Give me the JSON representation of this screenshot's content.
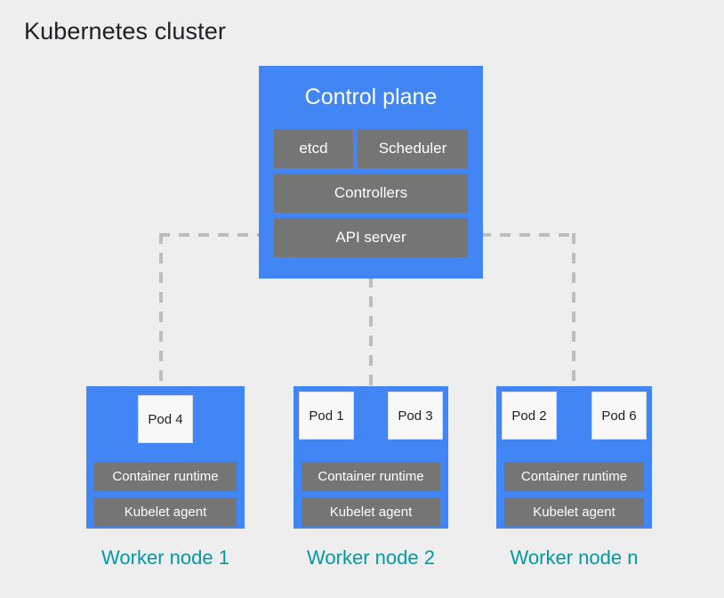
{
  "title": "Kubernetes cluster",
  "theme": {
    "background": "#eeeeee",
    "node_blue": "#4285f4",
    "component_gray": "#757575",
    "pod_white": "#f8f8f8",
    "caption_teal": "#009aa6",
    "connector_gray": "#bdbdbd",
    "title_text": "#202124"
  },
  "control_plane": {
    "title": "Control plane",
    "components": [
      {
        "id": "etcd",
        "label": "etcd"
      },
      {
        "id": "scheduler",
        "label": "Scheduler"
      },
      {
        "id": "controllers",
        "label": "Controllers"
      },
      {
        "id": "api_server",
        "label": "API server"
      }
    ]
  },
  "worker_nodes": [
    {
      "caption": "Worker node 1",
      "pods": [
        {
          "label": "Pod 4"
        }
      ],
      "runtime": "Container runtime",
      "kubelet": "Kubelet agent"
    },
    {
      "caption": "Worker node 2",
      "pods": [
        {
          "label": "Pod 1"
        },
        {
          "label": "Pod 3"
        }
      ],
      "runtime": "Container runtime",
      "kubelet": "Kubelet agent"
    },
    {
      "caption": "Worker node n",
      "pods": [
        {
          "label": "Pod 2"
        },
        {
          "label": "Pod 6"
        }
      ],
      "runtime": "Container runtime",
      "kubelet": "Kubelet agent"
    }
  ],
  "connections": [
    {
      "from": "api_server",
      "to": "worker_node_1",
      "style": "dashed"
    },
    {
      "from": "control_plane",
      "to": "worker_node_2",
      "style": "dashed"
    },
    {
      "from": "api_server",
      "to": "worker_node_n",
      "style": "dashed"
    }
  ]
}
